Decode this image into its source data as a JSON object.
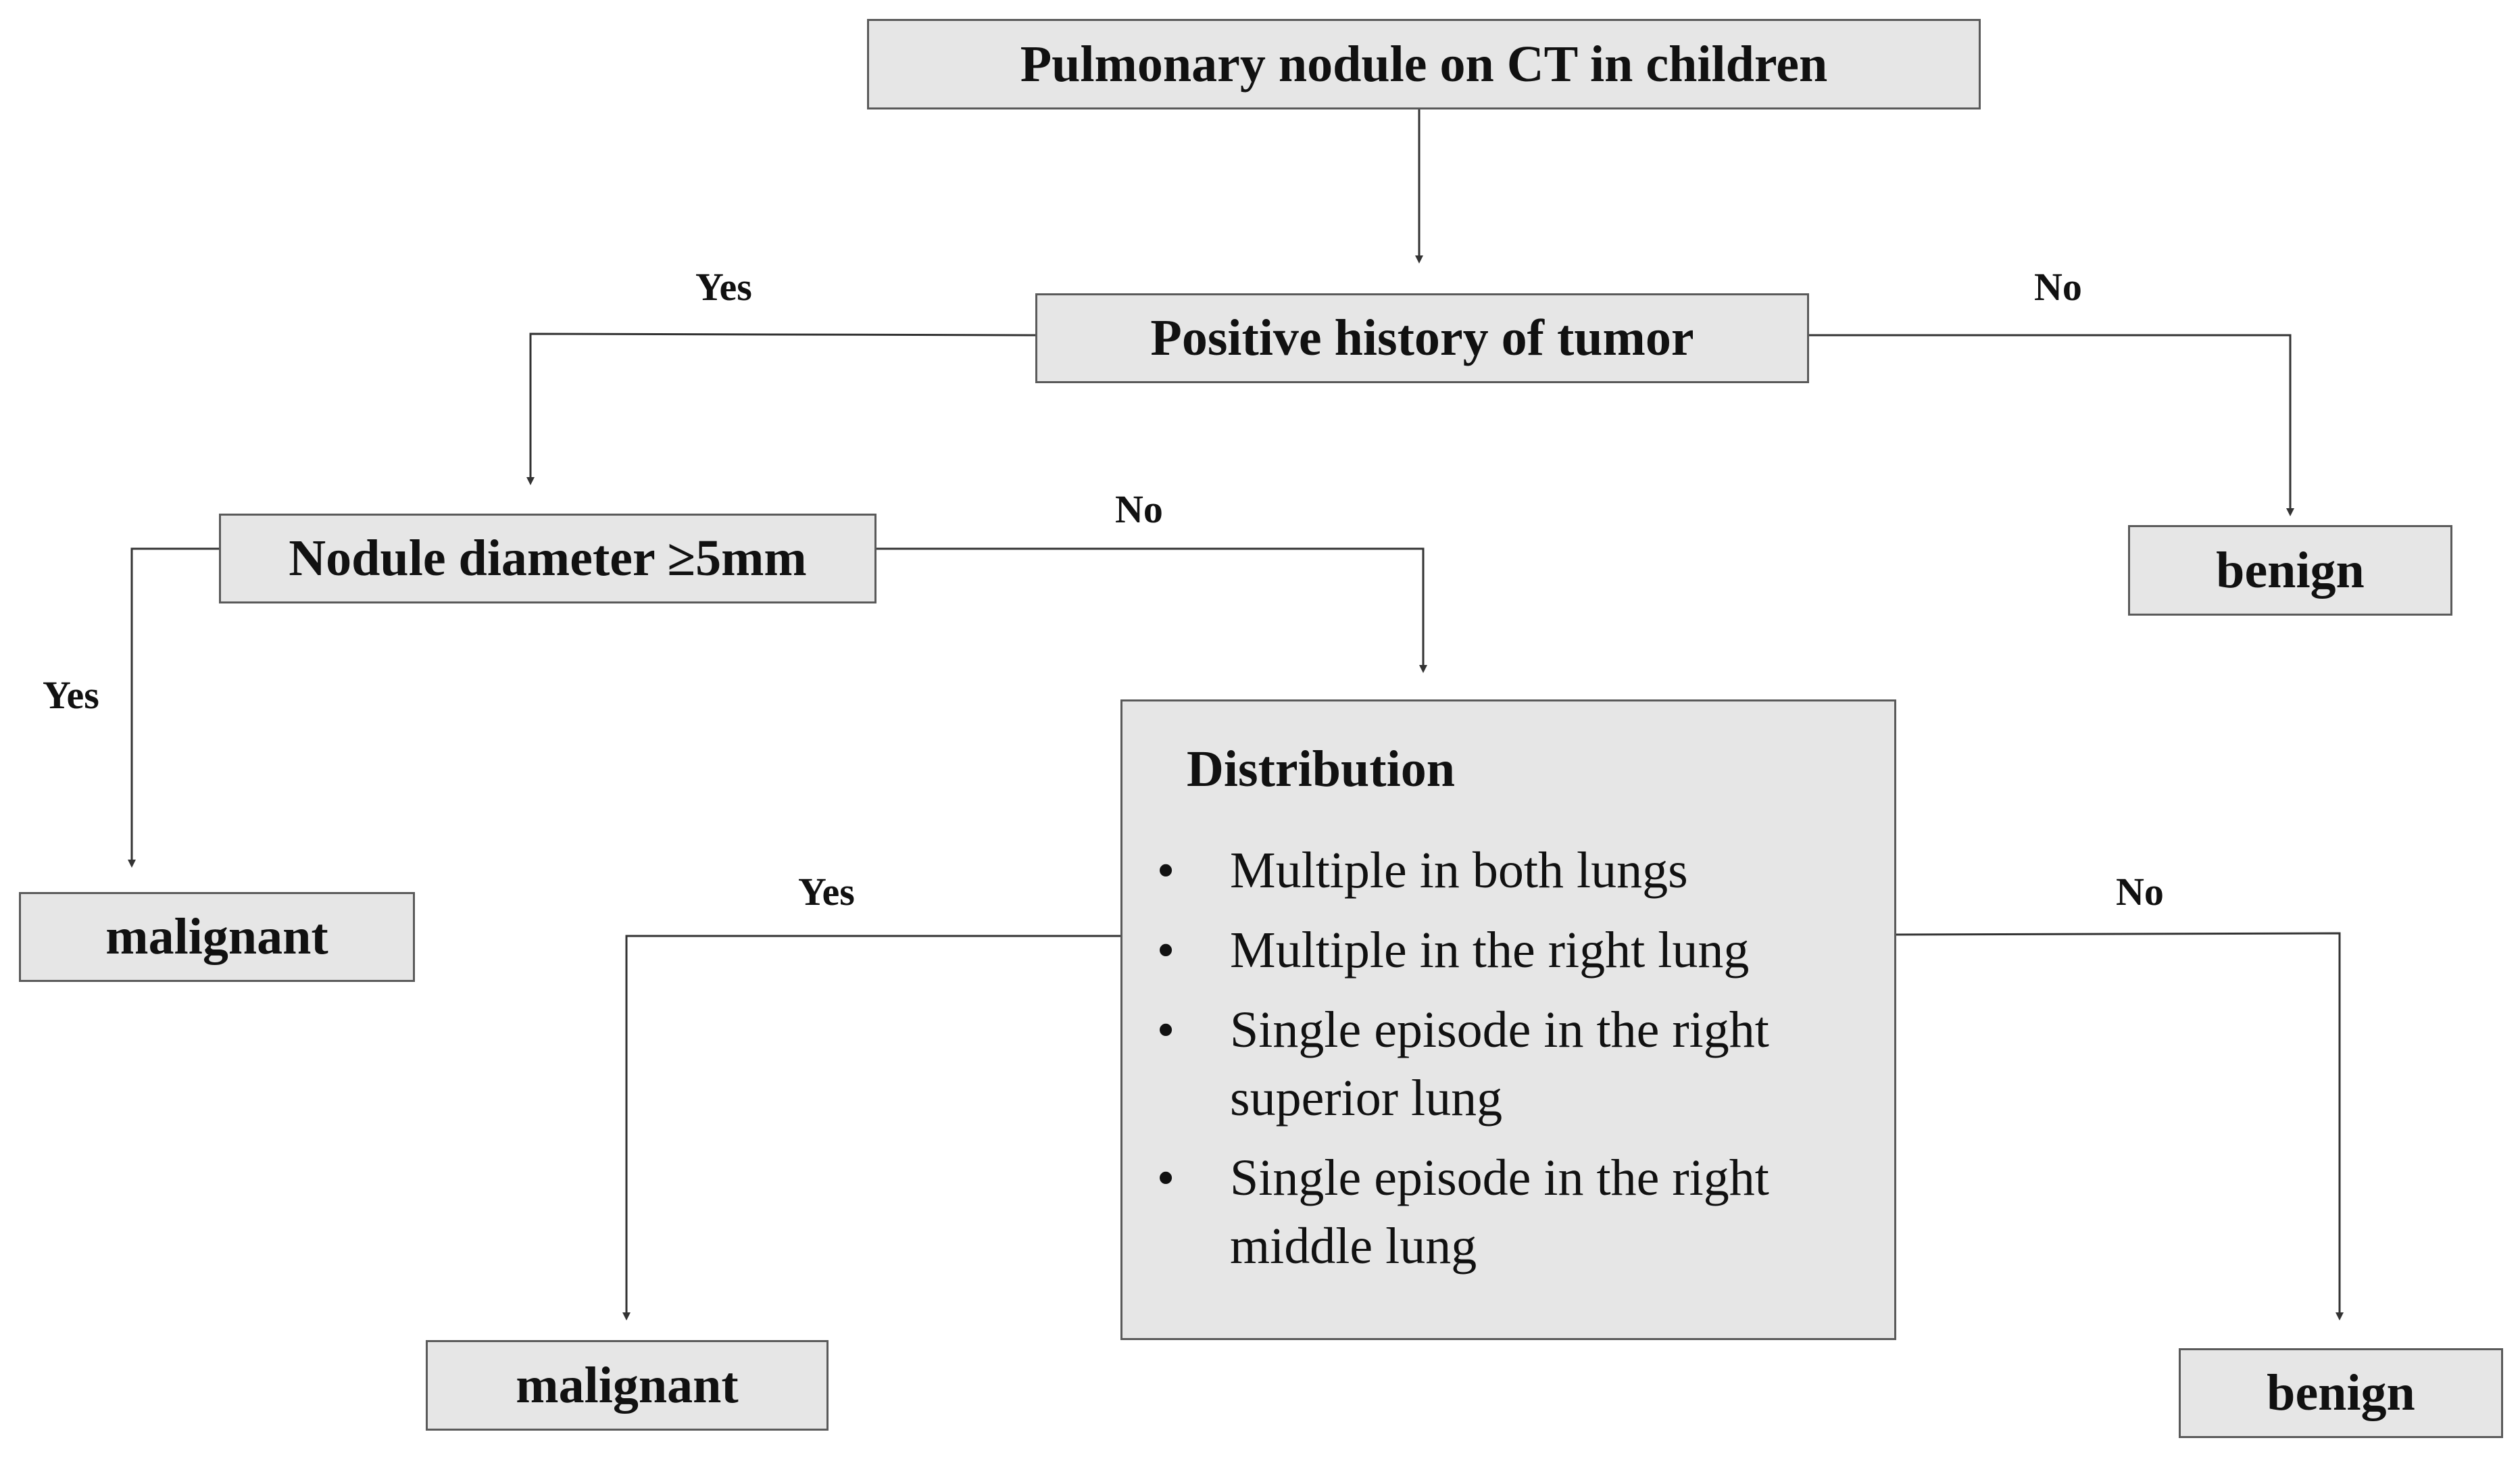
{
  "nodes": {
    "root": "Pulmonary nodule on CT in children",
    "history": "Positive history of tumor",
    "diameter": "Nodule diameter ≥5mm",
    "benign_top": "benign",
    "malignant_left": "malignant",
    "malignant_bottom": "malignant",
    "benign_bottom": "benign"
  },
  "distribution": {
    "title": "Distribution",
    "items": [
      "Multiple in both lungs",
      "Multiple in the right lung",
      "Single episode in the right superior lung",
      "Single episode in the right middle lung"
    ]
  },
  "labels": {
    "history_yes": "Yes",
    "history_no": "No",
    "diameter_no": "No",
    "diameter_yes": "Yes",
    "distribution_yes": "Yes",
    "distribution_no": "No"
  },
  "colors": {
    "box_fill": "#e6e6e6",
    "box_border": "#5a5a5a",
    "line": "#333333"
  }
}
